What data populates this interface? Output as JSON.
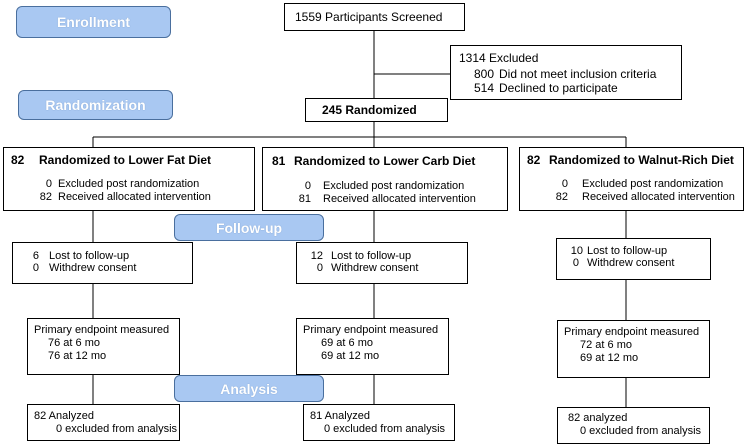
{
  "stages": {
    "enrollment": "Enrollment",
    "randomization": "Randomization",
    "followup": "Follow-up",
    "analysis": "Analysis"
  },
  "screened": "1559 Participants Screened",
  "excluded": {
    "total": "1314 Excluded",
    "rows": [
      {
        "n": "800",
        "text": "Did not meet inclusion criteria"
      },
      {
        "n": "514",
        "text": "Declined to participate"
      }
    ]
  },
  "randomized": "245 Randomized",
  "arms": [
    {
      "title_n": "82",
      "title": "Randomized to Lower Fat Diet",
      "alloc": [
        {
          "n": "0",
          "text": "Excluded post randomization"
        },
        {
          "n": "82",
          "text": "Received allocated intervention"
        }
      ],
      "followup": [
        {
          "n": "6",
          "text": "Lost to follow-up"
        },
        {
          "n": "0",
          "text": "Withdrew consent"
        }
      ],
      "endpoint_title": "Primary endpoint measured",
      "endpoint": [
        "76 at 6 mo",
        "76 at 12 mo"
      ],
      "analyzed": "82 Analyzed",
      "analyzed_excl": "0 excluded from analysis"
    },
    {
      "title_n": "81",
      "title": "Randomized to Lower Carb Diet",
      "alloc": [
        {
          "n": "0",
          "text": "Excluded post randomization"
        },
        {
          "n": "81",
          "text": "Received allocated intervention"
        }
      ],
      "followup": [
        {
          "n": "12",
          "text": "Lost to follow-up"
        },
        {
          "n": "0",
          "text": "Withdrew consent"
        }
      ],
      "endpoint_title": "Primary endpoint measured",
      "endpoint": [
        "69 at 6 mo",
        "69 at 12 mo"
      ],
      "analyzed": "81 Analyzed",
      "analyzed_excl": "0 excluded from analysis"
    },
    {
      "title_n": "82",
      "title": "Randomized to Walnut-Rich Diet",
      "alloc": [
        {
          "n": "0",
          "text": "Excluded post randomization"
        },
        {
          "n": "82",
          "text": "Received allocated intervention"
        }
      ],
      "followup": [
        {
          "n": "10",
          "text": "Lost to follow-up"
        },
        {
          "n": "0",
          "text": "Withdrew consent"
        }
      ],
      "endpoint_title": "Primary endpoint measured",
      "endpoint": [
        "72 at 6 mo",
        "69 at 12 mo"
      ],
      "analyzed": "82 analyzed",
      "analyzed_excl": "0 excluded from analysis"
    }
  ]
}
